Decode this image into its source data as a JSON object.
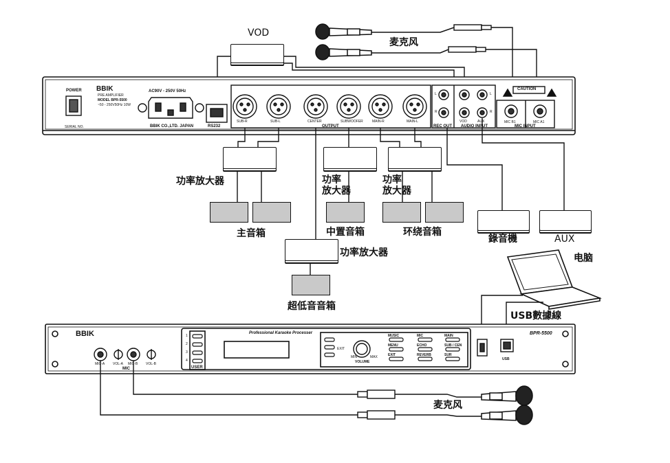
{
  "labels": {
    "vod": "VOD",
    "mic_top": "麦克风",
    "mic_bottom": "麦克风",
    "amp_main": "功率放大器",
    "amp_center_1": "功率",
    "amp_center_2": "放大器",
    "amp_surround_1": "功率",
    "amp_surround_2": "放大器",
    "amp_sub": "功率放大器",
    "spk_main": "主音箱",
    "spk_center": "中置音箱",
    "spk_surround": "环绕音箱",
    "spk_sub": "超低音音箱",
    "recorder": "錄音機",
    "aux": "AUX",
    "computer": "电脑",
    "usb_cable": "USB數據線"
  },
  "rear_panel": {
    "power": "POWER",
    "brand": "BBIK",
    "model_line1": "PRE AMPLIFIER",
    "model_line2": "MODEL BPR-5500",
    "model_line3": "~50 - 250V50Hz 10W",
    "ac": "AC90V - 250V 50Hz",
    "serial": "SERIAL NO.",
    "company": "BBIK CO.,LTD.  JAPAN",
    "rs232": "RS232",
    "output_labels": [
      "SUB-R",
      "SUB-L",
      "CENTER",
      "SUBWOOFER",
      "MAIN-R",
      "MAIN-L"
    ],
    "output": "OUTPUT",
    "rec_out": "REC OUT",
    "audio_input": "AUDIO INPUT",
    "vod_jack": "VOD",
    "aux_jack": "AUX",
    "mic_b1": "MIC B1",
    "mic_a1": "MIC A1",
    "mic_input": "MIC INPUT",
    "caution": "CAUTION",
    "l": "L",
    "r": "R"
  },
  "front_panel": {
    "brand": "BBIK",
    "title": "Professional Karaoke Processer",
    "model": "BPR-5500",
    "knob_labels": [
      "MIC-A",
      "VOL-A",
      "MIC-B",
      "VOL-B"
    ],
    "mic": "MIC",
    "user": "USER",
    "user_nums": [
      "1",
      "2",
      "3",
      "4"
    ],
    "exit": "EXIT",
    "volume": "VOLUME",
    "min": "MIN",
    "max": "MAX",
    "buttons": [
      "MUSIC",
      "MIC",
      "MAIN",
      "MENU",
      "ECHO",
      "SUB / CEN",
      "EXIT",
      "REVERB",
      "SUR"
    ],
    "usb": "USB"
  }
}
